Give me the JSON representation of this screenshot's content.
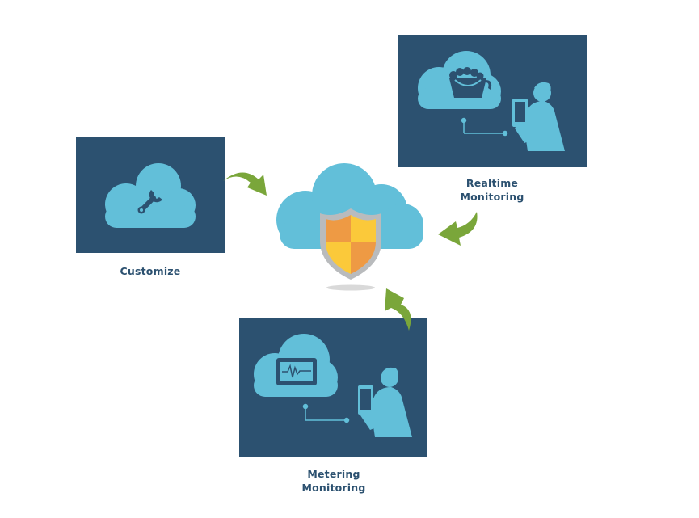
{
  "nodes": {
    "customize": {
      "label_lines": [
        "Customize"
      ]
    },
    "realtime": {
      "label_lines": [
        "Realtime",
        "Monitoring"
      ]
    },
    "metering": {
      "label_lines": [
        "Metering",
        "Monitoring"
      ]
    }
  },
  "colors": {
    "panel": "#2c5170",
    "cloud": "#62bfd9",
    "arrow": "#7aa63a",
    "shield_orange": "#ee9a44",
    "shield_yellow": "#fbc93a",
    "shield_rim": "#b9bbbd",
    "caption": "#2c5170"
  },
  "icons": {
    "customize": "cloud-wrench-icon",
    "realtime": "cloud-bucket-icon",
    "metering": "cloud-monitor-icon",
    "center": "cloud-shield-icon",
    "user": "person-tablet-icon"
  }
}
